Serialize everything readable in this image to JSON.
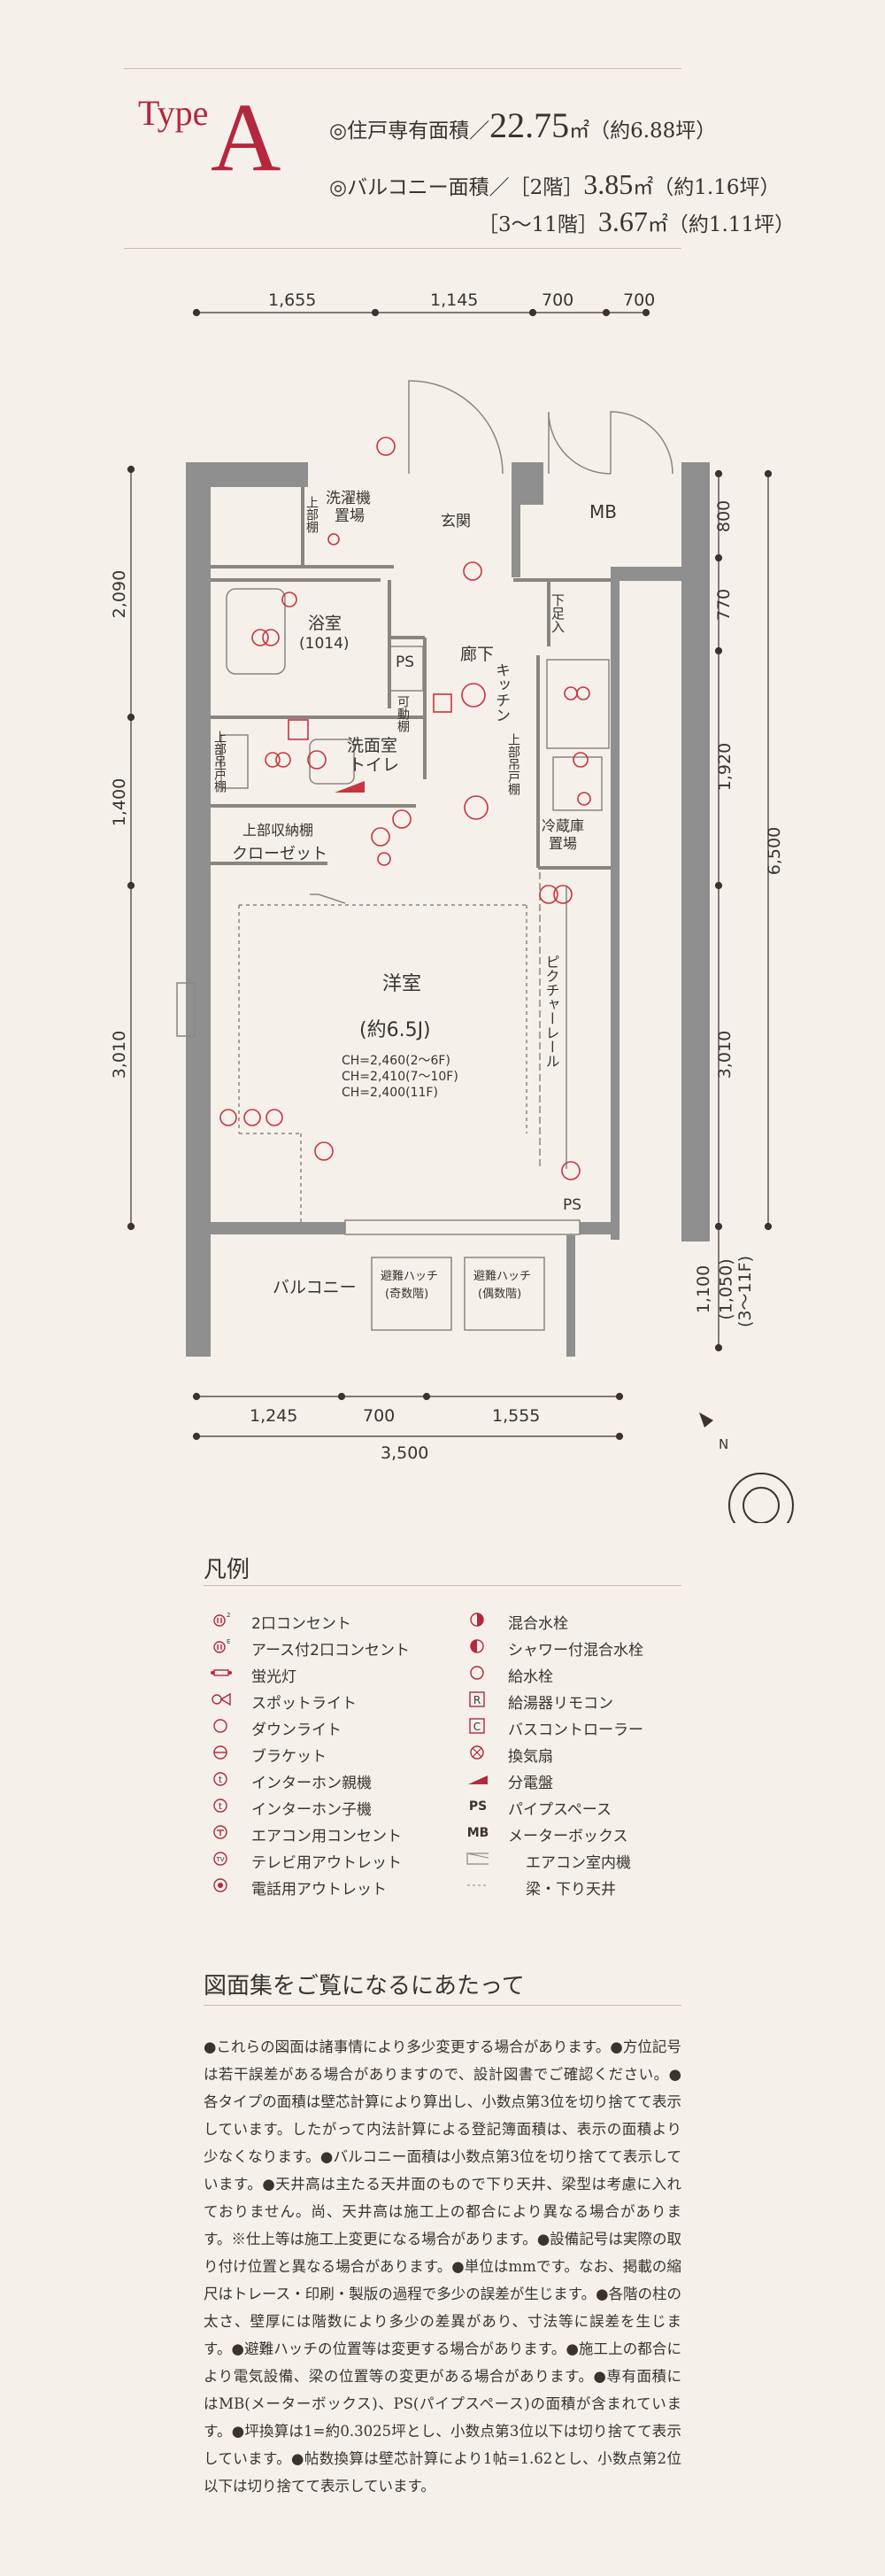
{
  "header": {
    "type_word": "Type",
    "type_letter": "A",
    "unit_area_label": "◎住戸専有面積／",
    "unit_area_value": "22.75",
    "unit_area_unit": "㎡",
    "unit_area_tsubo": "（約6.88坪）",
    "balcony_label": "◎バルコニー面積／［2階］",
    "balcony_2f_value": "3.85",
    "balcony_2f_unit": "㎡",
    "balcony_2f_tsubo": "（約1.16坪）",
    "balcony_upper_label": "［3〜11階］",
    "balcony_upper_value": "3.67",
    "balcony_upper_unit": "㎡",
    "balcony_upper_tsubo": "（約1.11坪）"
  },
  "dimensions": {
    "top": [
      "1,655",
      "1,145",
      "700",
      "700"
    ],
    "left": [
      "2,090",
      "1,400",
      "3,010"
    ],
    "right": [
      "800",
      "770",
      "1,920",
      "3,010",
      "6,500"
    ],
    "right_bottom": [
      "1,100",
      "(1,050)",
      "(3〜11F)"
    ],
    "bottom": [
      "1,245",
      "700",
      "1,555"
    ],
    "bottom_total": "3,500"
  },
  "rooms": {
    "laundry": "洗濯機\n置場",
    "laundry_top": "上部棚",
    "entrance": "玄関",
    "mb": "MB",
    "shoes": "下足入",
    "bath": "浴室",
    "bath_size": "(1014)",
    "ps": "PS",
    "movable_shelf": "可動棚",
    "hallway": "廊下",
    "kitchen": "キッチン",
    "upper_cabinet": "上部吊戸棚",
    "washroom": "洗面室",
    "toilet": "トイレ",
    "upper_cabinet_left": "上部吊戸棚",
    "upper_storage": "上部収納棚",
    "closet": "クローゼット",
    "fridge": "冷蔵庫\n置場",
    "western_room": "洋室",
    "western_size": "(約6.5J)",
    "ch1": "CH=2,460(2〜6F)",
    "ch2": "CH=2,410(7〜10F)",
    "ch3": "CH=2,400(11F)",
    "picture_rail": "ピクチャーレール",
    "ps2": "PS",
    "balcony": "バルコニー",
    "hatch_odd": "避難ハッチ\n(奇数階)",
    "hatch_even": "避難ハッチ\n(偶数階)"
  },
  "compass": {
    "north": "N"
  },
  "legend": {
    "title": "凡例",
    "left": [
      {
        "icon": "outlet-2-icon",
        "label": "2口コンセント"
      },
      {
        "icon": "outlet-earth-icon",
        "label": "アース付2口コンセント"
      },
      {
        "icon": "fluorescent-light-icon",
        "label": "蛍光灯"
      },
      {
        "icon": "spotlight-icon",
        "label": "スポットライト"
      },
      {
        "icon": "downlight-icon",
        "label": "ダウンライト"
      },
      {
        "icon": "bracket-light-icon",
        "label": "ブラケット"
      },
      {
        "icon": "intercom-main-icon",
        "label": "インターホン親機"
      },
      {
        "icon": "intercom-sub-icon",
        "label": "インターホン子機"
      },
      {
        "icon": "aircon-outlet-icon",
        "label": "エアコン用コンセント"
      },
      {
        "icon": "tv-outlet-icon",
        "label": "テレビ用アウトレット"
      },
      {
        "icon": "phone-outlet-icon",
        "label": "電話用アウトレット"
      }
    ],
    "right": [
      {
        "icon": "mixing-faucet-icon",
        "label": "混合水栓"
      },
      {
        "icon": "shower-faucet-icon",
        "label": "シャワー付混合水栓"
      },
      {
        "icon": "water-faucet-icon",
        "label": "給水栓"
      },
      {
        "icon": "water-heater-remote-icon",
        "label": "給湯器リモコン",
        "glyph": "R"
      },
      {
        "icon": "bath-controller-icon",
        "label": "バスコントローラー",
        "glyph": "C"
      },
      {
        "icon": "ventilation-fan-icon",
        "label": "換気扇"
      },
      {
        "icon": "distribution-board-icon",
        "label": "分電盤"
      },
      {
        "icon": "pipe-space-icon",
        "label": "パイプスペース",
        "glyph": "PS"
      },
      {
        "icon": "meter-box-icon",
        "label": "メーターボックス",
        "glyph": "MB"
      },
      {
        "icon": "aircon-indoor-unit-icon",
        "label": "エアコン室内機"
      },
      {
        "icon": "beam-ceiling-icon",
        "label": "梁・下り天井"
      }
    ]
  },
  "notes": {
    "title": "図面集をご覧になるにあたって",
    "body": "●これらの図面は諸事情により多少変更する場合があります。●方位記号は若干誤差がある場合がありますので、設計図書でご確認ください。●各タイプの面積は壁芯計算により算出し、小数点第3位を切り捨てて表示しています。したがって内法計算による登記簿面積は、表示の面積より少なくなります。●バルコニー面積は小数点第3位を切り捨てて表示しています。●天井高は主たる天井面のもので下り天井、梁型は考慮に入れておりません。尚、天井高は施工上の都合により異なる場合があります。※仕上等は施工上変更になる場合があります。●設備記号は実際の取り付け位置と異なる場合があります。●単位はmmです。なお、掲載の縮尺はトレース・印刷・製版の過程で多少の誤差が生じます。●各階の柱の太さ、壁厚には階数により多少の差異があり、寸法等に誤差を生じます。●避難ハッチの位置等は変更する場合があります。●施工上の都合により電気設備、梁の位置等の変更がある場合があります。●専有面積にはMB(メーターボックス)、PS(パイプスペース)の面積が含まれています。●坪換算は1=約0.3025坪とし、小数点第3位以下は切り捨てて表示しています。●帖数換算は壁芯計算により1帖=1.62とし、小数点第2位以下は切り捨てて表示しています。"
  },
  "colors": {
    "accent": "#b5273d",
    "wall": "#8f8f8f",
    "text": "#3a3330",
    "background": "#f5f0ea"
  }
}
